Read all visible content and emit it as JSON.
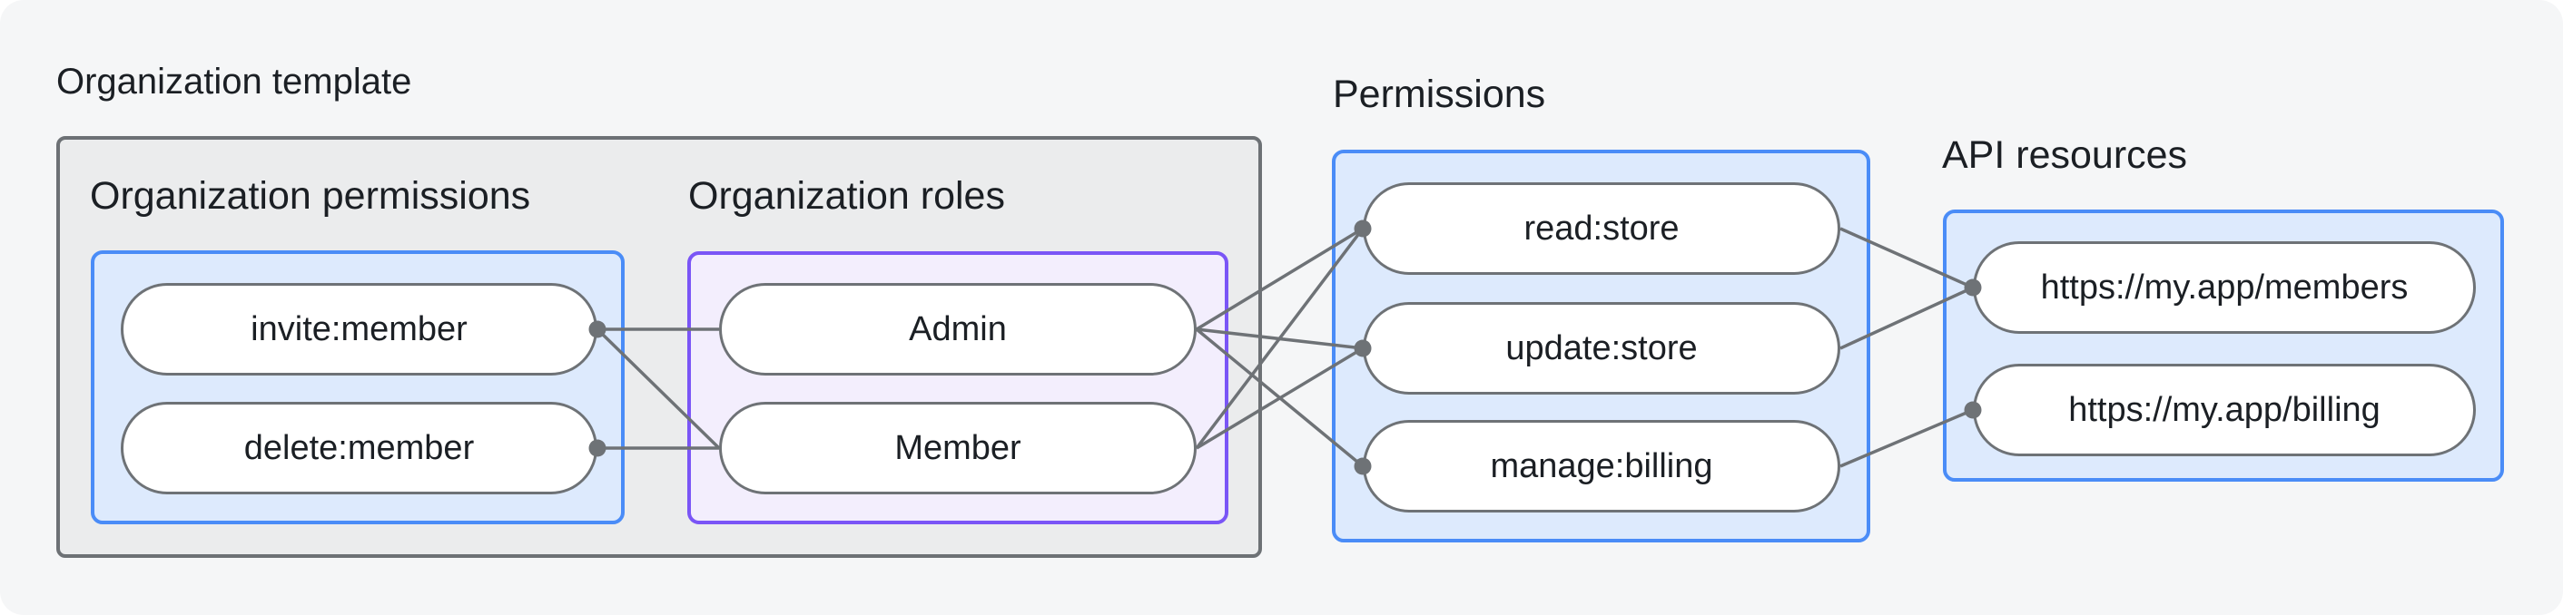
{
  "page": {
    "background_color": "#f5f6f7",
    "outside_color": "#ffffff"
  },
  "colors": {
    "template_box_fill": "#ebeced",
    "template_box_border": "#6d7175",
    "blue_box_fill": "#ddeafd",
    "blue_box_border": "#4a8cf7",
    "purple_box_fill": "#f3eefd",
    "purple_box_border": "#7a55f6",
    "pill_fill": "#ffffff",
    "pill_border": "#6e7276",
    "connector": "#6e7276",
    "text": "#1b1f24"
  },
  "sections": {
    "organization_template": {
      "title": "Organization template"
    },
    "organization_permissions": {
      "title": "Organization permissions"
    },
    "organization_roles": {
      "title": "Organization roles"
    },
    "permissions": {
      "title": "Permissions"
    },
    "api_resources": {
      "title": "API resources"
    }
  },
  "nodes": {
    "invite_member": {
      "label": "invite:member",
      "group": "organization_permissions"
    },
    "delete_member": {
      "label": "delete:member",
      "group": "organization_permissions"
    },
    "admin": {
      "label": "Admin",
      "group": "organization_roles"
    },
    "member": {
      "label": "Member",
      "group": "organization_roles"
    },
    "read_store": {
      "label": "read:store",
      "group": "permissions"
    },
    "update_store": {
      "label": "update:store",
      "group": "permissions"
    },
    "manage_billing": {
      "label": "manage:billing",
      "group": "permissions"
    },
    "members_api": {
      "label": "https://my.app/members",
      "group": "api_resources"
    },
    "billing_api": {
      "label": "https://my.app/billing",
      "group": "api_resources"
    }
  },
  "edges": [
    {
      "from": "invite_member",
      "to": "admin",
      "dot": "from"
    },
    {
      "from": "invite_member",
      "to": "member",
      "dot": "from"
    },
    {
      "from": "delete_member",
      "to": "member",
      "dot": "from"
    },
    {
      "from": "admin",
      "to": "read_store",
      "dot": "to"
    },
    {
      "from": "admin",
      "to": "update_store",
      "dot": "to"
    },
    {
      "from": "admin",
      "to": "manage_billing",
      "dot": "to"
    },
    {
      "from": "member",
      "to": "read_store",
      "dot": "to"
    },
    {
      "from": "member",
      "to": "update_store",
      "dot": "to"
    },
    {
      "from": "read_store",
      "to": "members_api",
      "dot": "to"
    },
    {
      "from": "update_store",
      "to": "members_api",
      "dot": "to"
    },
    {
      "from": "manage_billing",
      "to": "billing_api",
      "dot": "to"
    }
  ],
  "connector_style": {
    "line_width": 3.5,
    "dot_radius": 9.5
  }
}
